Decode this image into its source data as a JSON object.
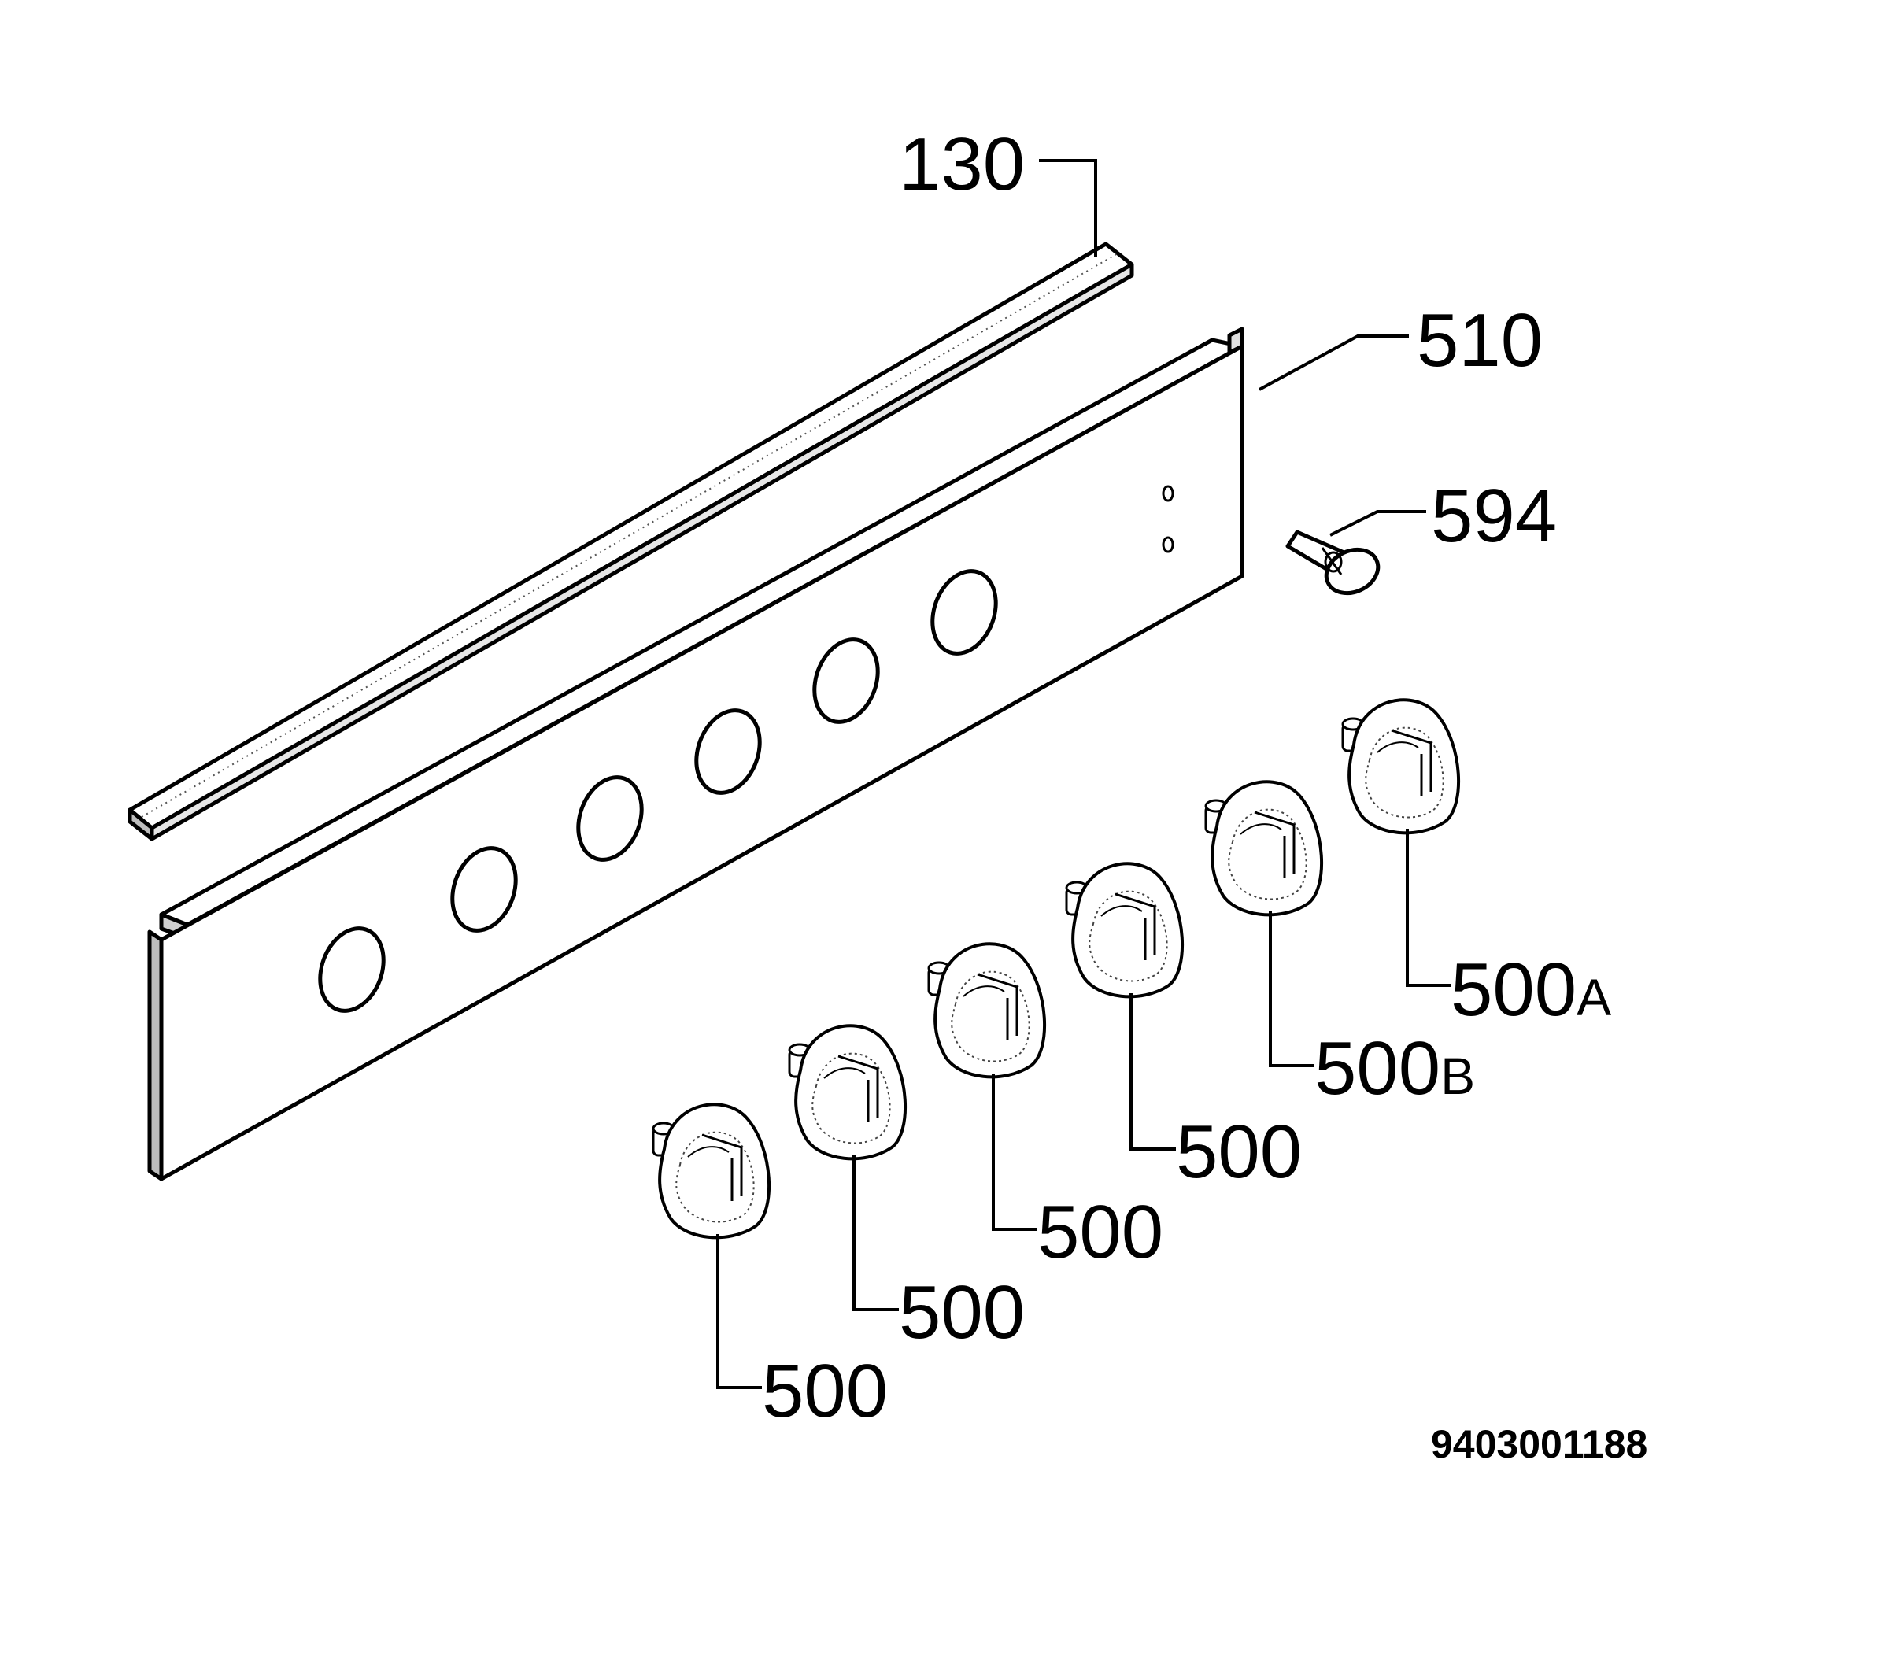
{
  "callouts": {
    "trim_strip": "130",
    "panel": "510",
    "indicator_lamp": "594",
    "knob_1": "500",
    "knob_2": "500",
    "knob_3": "500",
    "knob_4": "500",
    "knob_5": {
      "base": "500",
      "suffix": "B"
    },
    "knob_6": {
      "base": "500",
      "suffix": "A"
    }
  },
  "document_number": "9403001188"
}
